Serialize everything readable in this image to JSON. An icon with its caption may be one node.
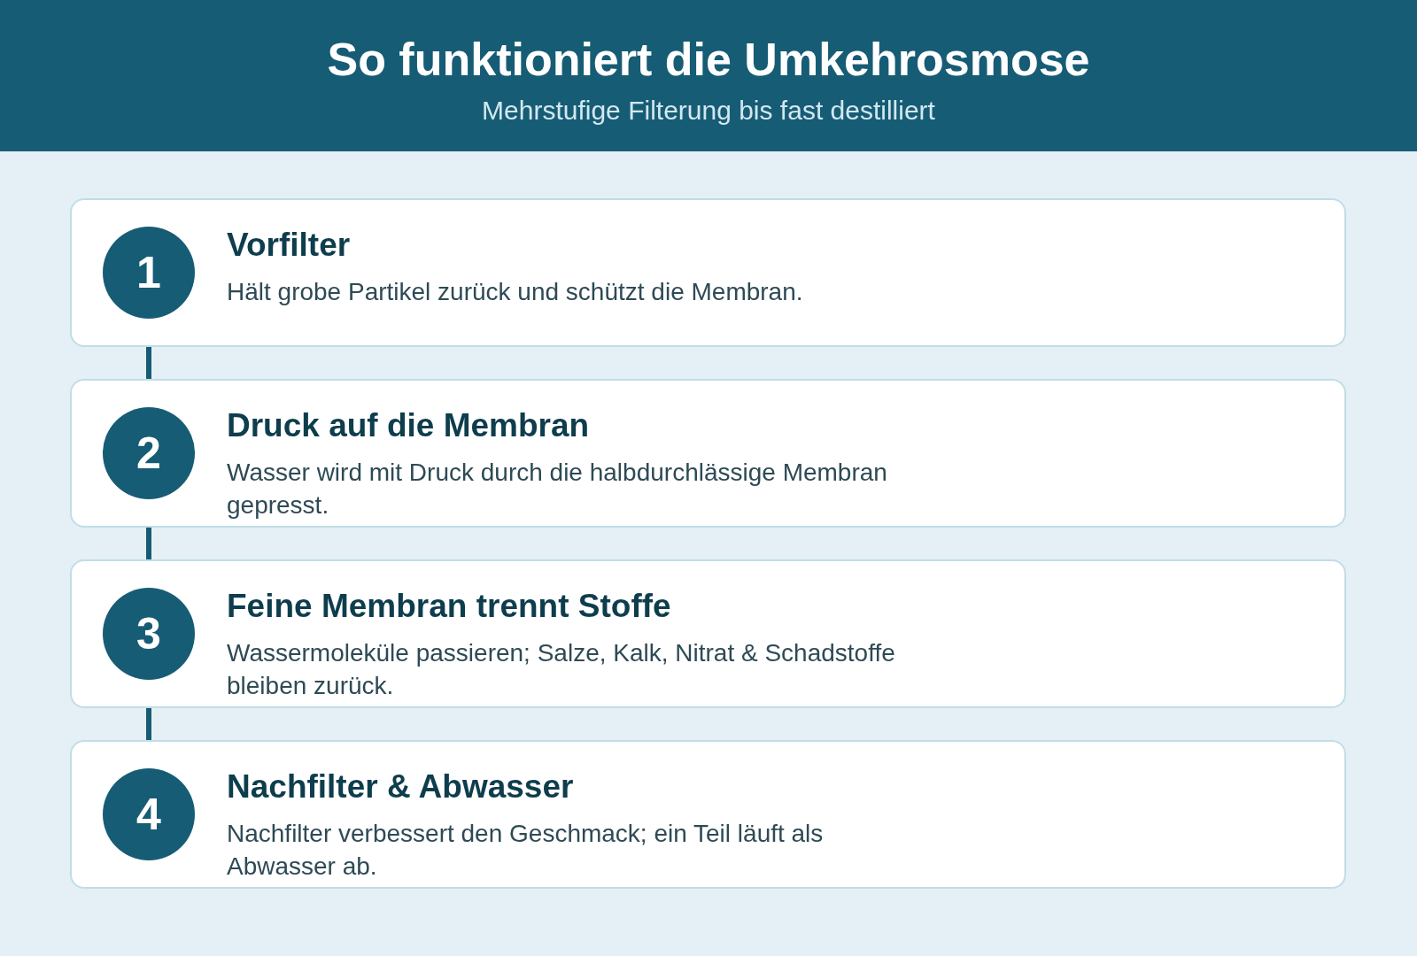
{
  "diagram": {
    "title": "So funktioniert die Umkehrosmose",
    "labels": [
      "Mehrstufige Filterung bis fast destilliert"
    ],
    "nodes": [
      {
        "text": [
          "Vorfilter",
          "Hält grobe Partikel zurück und schützt die Membran."
        ]
      },
      {
        "text": [
          "1"
        ],
        "in": 0
      },
      {
        "text": [
          "Druck auf die Membran",
          "Wasser wird mit Druck durch die halbdurchlässige Membran gepresst."
        ]
      },
      {
        "text": [
          "2"
        ],
        "in": 2
      },
      {
        "text": [
          "Feine Membran trennt Stoffe",
          "Wassermoleküle passieren; Salze, Kalk, Nitrat & Schadstoffe bleiben zurück."
        ]
      },
      {
        "text": [
          "3"
        ],
        "in": 4
      },
      {
        "text": [
          "Nachfilter & Abwasser",
          "Nachfilter verbessert den Geschmack; ein Teil läuft als Abwasser ab."
        ]
      },
      {
        "text": [
          "4"
        ],
        "in": 6
      }
    ],
    "edges": [
      {
        "from": 0,
        "to": 2,
        "arrow": "none"
      },
      {
        "from": 2,
        "to": 4,
        "arrow": "none"
      },
      {
        "from": 4,
        "to": 6,
        "arrow": "none"
      }
    ]
  }
}
